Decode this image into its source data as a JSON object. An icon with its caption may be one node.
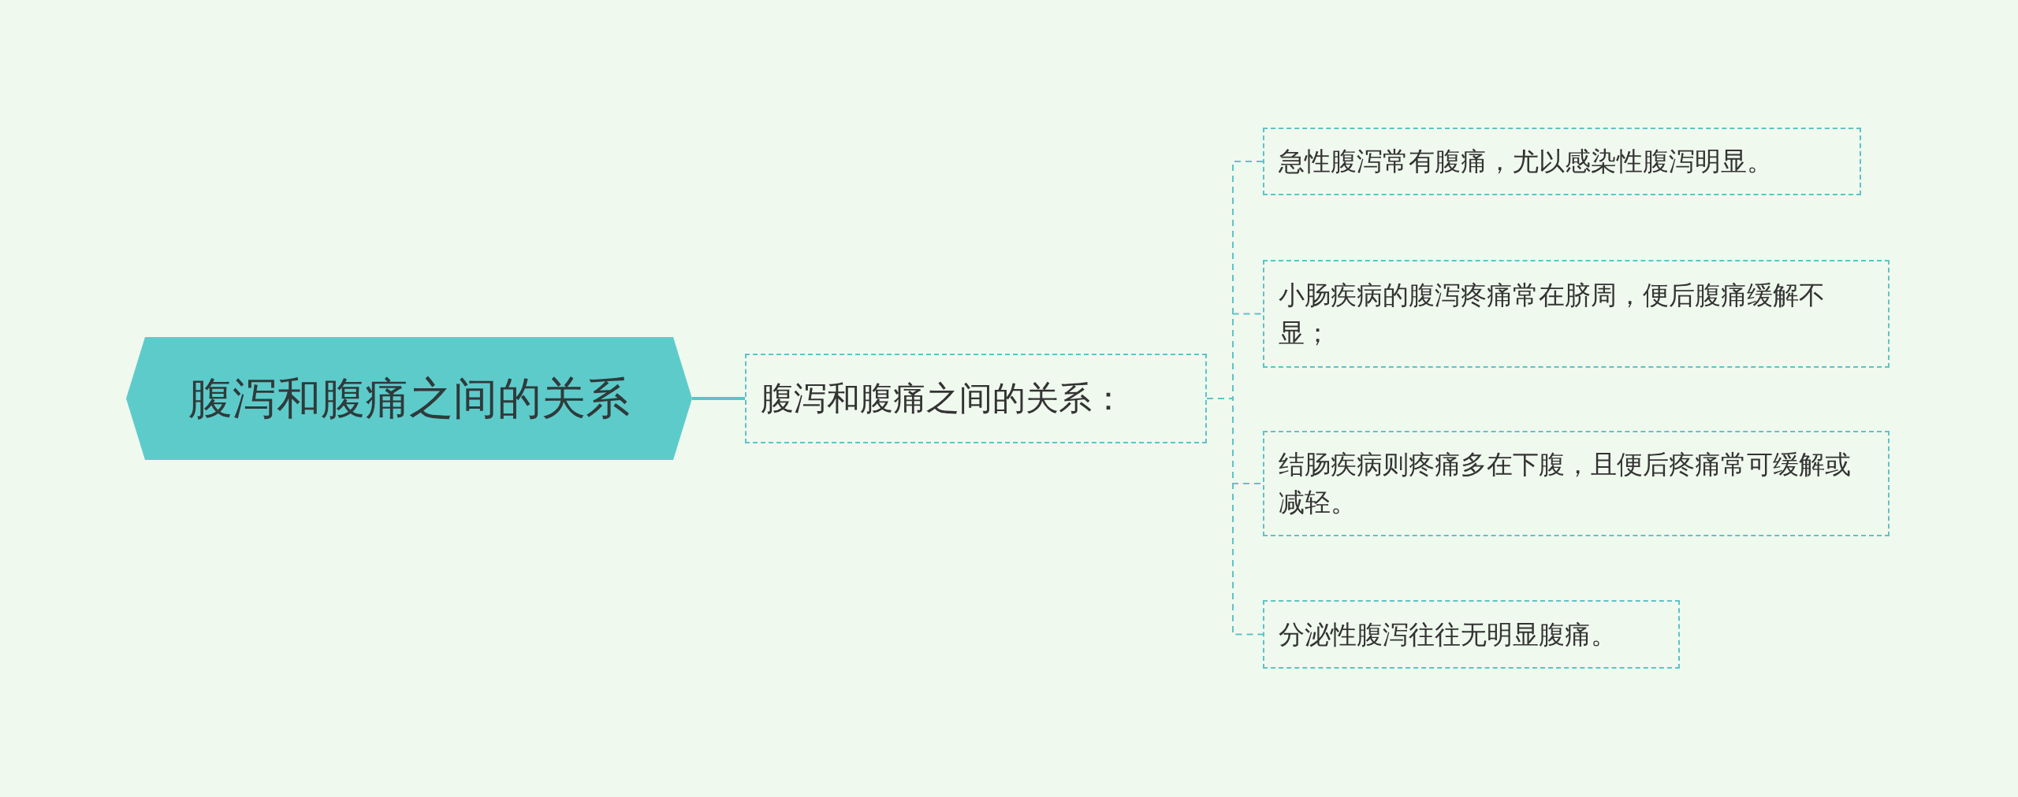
{
  "diagram": {
    "nodes": [
      {
        "text": [
          "腹泻和腹痛之间的关系"
        ]
      },
      {
        "text": [
          "腹泻和腹痛之间的关系："
        ]
      },
      {
        "text": [
          "急性腹泻常有腹痛，尤以感染性腹泻明显。"
        ]
      },
      {
        "text": [
          "小肠疾病的腹泻疼痛常在脐周，便后腹痛缓解不显；"
        ]
      },
      {
        "text": [
          "结肠疾病则疼痛多在下腹，且便后疼痛常可缓解或减轻。"
        ]
      },
      {
        "text": [
          "分泌性腹泻往往无明显腹痛。"
        ]
      }
    ],
    "edges": [
      {
        "from": 0,
        "to": 1,
        "arrow": "none"
      },
      {
        "from": 1,
        "to": 2,
        "arrow": "none",
        "style": "dashed"
      },
      {
        "from": 1,
        "to": 3,
        "arrow": "none",
        "style": "dashed"
      },
      {
        "from": 1,
        "to": 4,
        "arrow": "none",
        "style": "dashed"
      },
      {
        "from": 1,
        "to": 5,
        "arrow": "none",
        "style": "dashed"
      }
    ]
  }
}
